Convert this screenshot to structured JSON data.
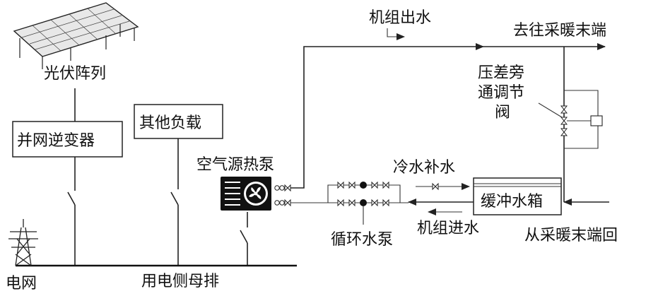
{
  "labels": {
    "pv_array": "光伏阵列",
    "inverter": "并网逆变器",
    "other_load": "其他负载",
    "heat_pump": "空气源热泵",
    "busbar": "用电侧母排",
    "grid": "电网",
    "unit_outlet": "机组出水",
    "to_terminal": "去往采暖末端",
    "bypass_line1": "压差旁",
    "bypass_line2": "通调节",
    "bypass_line3": "阀",
    "makeup_water": "冷水补水",
    "buffer_tank": "缓冲水箱",
    "circ_pump": "循环水泵",
    "unit_inlet": "机组进水",
    "from_terminal": "从采暖末端回"
  },
  "colors": {
    "line": "#222222",
    "background": "#ffffff",
    "panel_fill": "#e8e8e8",
    "heat_pump_fill": "#111111"
  },
  "icons": {
    "pv": "solar-panel-icon",
    "tower": "transmission-tower-icon",
    "heatpump": "heat-pump-fan-icon",
    "pump": "pump-icon",
    "valve": "valve-icon"
  }
}
